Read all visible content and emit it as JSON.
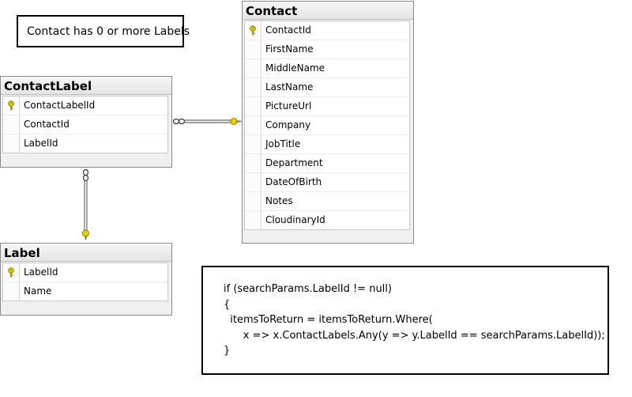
{
  "note": {
    "text": "Contact has 0 or more Labels"
  },
  "tables": {
    "contact": {
      "name": "Contact",
      "columns": [
        {
          "name": "ContactId",
          "primary_key": true
        },
        {
          "name": "FirstName",
          "primary_key": false
        },
        {
          "name": "MiddleName",
          "primary_key": false
        },
        {
          "name": "LastName",
          "primary_key": false
        },
        {
          "name": "PictureUrl",
          "primary_key": false
        },
        {
          "name": "Company",
          "primary_key": false
        },
        {
          "name": "JobTitle",
          "primary_key": false
        },
        {
          "name": "Department",
          "primary_key": false
        },
        {
          "name": "DateOfBirth",
          "primary_key": false
        },
        {
          "name": "Notes",
          "primary_key": false
        },
        {
          "name": "CloudinaryId",
          "primary_key": false
        }
      ]
    },
    "contact_label": {
      "name": "ContactLabel",
      "columns": [
        {
          "name": "ContactLabelId",
          "primary_key": true
        },
        {
          "name": "ContactId",
          "primary_key": false
        },
        {
          "name": "LabelId",
          "primary_key": false
        }
      ]
    },
    "label": {
      "name": "Label",
      "columns": [
        {
          "name": "LabelId",
          "primary_key": true
        },
        {
          "name": "Name",
          "primary_key": false
        }
      ]
    }
  },
  "code": {
    "lines": [
      "if (searchParams.LabelId != null)",
      "{",
      "  itemsToReturn = itemsToReturn.Where(",
      "      x => x.ContactLabels.Any(y => y.LabelId == searchParams.LabelId));",
      "}"
    ]
  },
  "colors": {
    "key_icon": "#e8d200",
    "connector": "#808080"
  }
}
